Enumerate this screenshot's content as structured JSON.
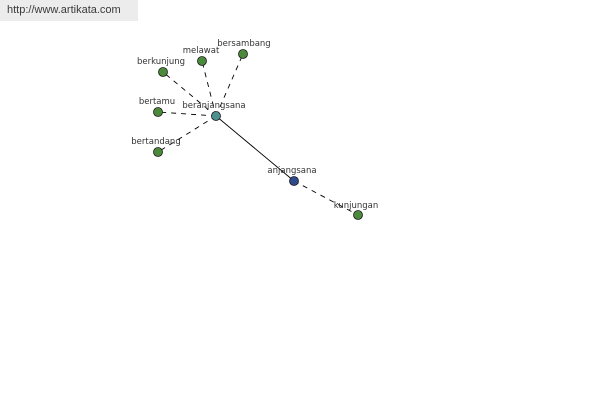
{
  "watermark": {
    "text": "http://www.artikata.com"
  },
  "graph": {
    "colors": {
      "hub": "#4f8f8f",
      "center": "#2e4a8a",
      "leaf": "#4a8a3a",
      "stroke": "#1a1a1a",
      "edge": "#000000"
    },
    "nodes": [
      {
        "id": "beranjangsana",
        "label": "beranjangsana",
        "kind": "hub"
      },
      {
        "id": "anjangsana",
        "label": "anjangsana",
        "kind": "center"
      },
      {
        "id": "kunjungan",
        "label": "kunjungan",
        "kind": "leaf"
      },
      {
        "id": "bersambang",
        "label": "bersambang",
        "kind": "leaf"
      },
      {
        "id": "melawat",
        "label": "melawat",
        "kind": "leaf"
      },
      {
        "id": "berkunjung",
        "label": "berkunjung",
        "kind": "leaf"
      },
      {
        "id": "bertamu",
        "label": "bertamu",
        "kind": "leaf"
      },
      {
        "id": "bertandang",
        "label": "bertandang",
        "kind": "leaf"
      }
    ],
    "edges": [
      {
        "from": "beranjangsana",
        "to": "anjangsana",
        "style": "solid"
      },
      {
        "from": "anjangsana",
        "to": "kunjungan",
        "style": "dashed"
      },
      {
        "from": "beranjangsana",
        "to": "bersambang",
        "style": "dashed"
      },
      {
        "from": "beranjangsana",
        "to": "melawat",
        "style": "dashed"
      },
      {
        "from": "beranjangsana",
        "to": "berkunjung",
        "style": "dashed"
      },
      {
        "from": "beranjangsana",
        "to": "bertamu",
        "style": "dashed"
      },
      {
        "from": "beranjangsana",
        "to": "bertandang",
        "style": "dashed"
      }
    ]
  }
}
